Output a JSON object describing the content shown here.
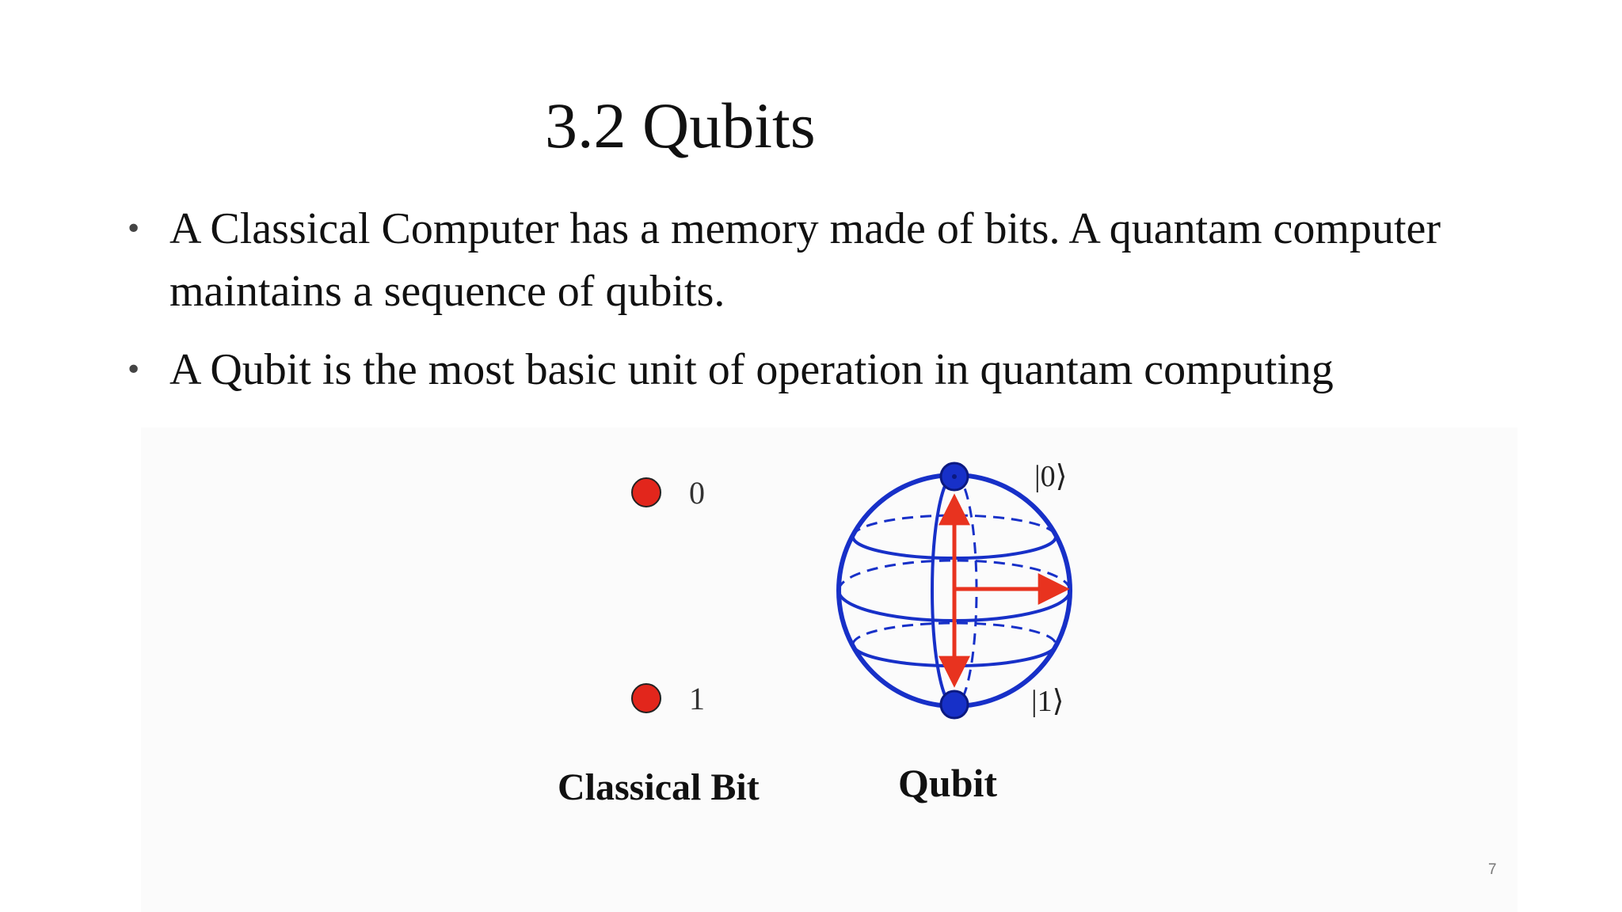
{
  "slide": {
    "title": "3.2 Qubits",
    "bullets": [
      "A Classical Computer has a memory made of bits. A quantam computer maintains a sequence of qubits.",
      "A Qubit is the most basic unit of operation in quantam computing"
    ],
    "page_number": "7"
  },
  "figure": {
    "classical_bit": {
      "state_zero_label": "0",
      "state_one_label": "1",
      "caption": "Classical Bit",
      "dot_color": "#e2261c"
    },
    "qubit": {
      "ket_zero_label": "|0⟩",
      "ket_one_label": "|1⟩",
      "caption": "Qubit",
      "sphere_color": "#1730c8",
      "arrow_color": "#e8331f"
    }
  }
}
